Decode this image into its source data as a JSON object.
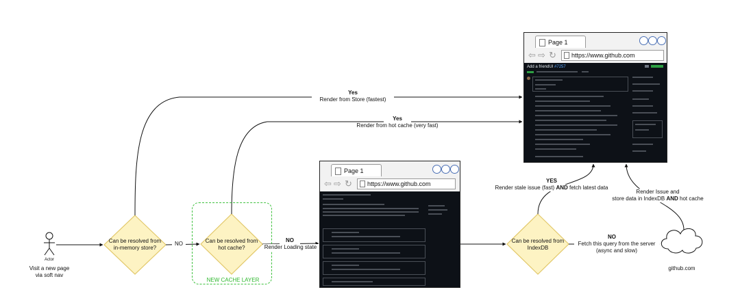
{
  "actor": {
    "title": "Actor",
    "caption_line1": "Visit a new page",
    "caption_line2": "via soft nav"
  },
  "decisions": {
    "memory": {
      "line1": "Can be resolved from",
      "line2": "in-memory store?"
    },
    "hot": {
      "line1": "Can be resolved from",
      "line2": "hot cache?"
    },
    "indexdb": {
      "line1": "Can be resolved from",
      "line2": "IndexDB"
    }
  },
  "edges": {
    "memory_no": "NO",
    "hot_no_title": "NO",
    "hot_no_text": "Render Loading state",
    "store_yes_title": "Yes",
    "store_yes_text": "Render from Store (fastest)",
    "hotcache_yes_title": "Yes",
    "hotcache_yes_text": "Render from hot cache (very fast)",
    "indexdb_yes_title": "YES",
    "indexdb_yes_text_a": "Render stale issue (fast) ",
    "indexdb_yes_text_b": "AND",
    "indexdb_yes_text_c": " fetch latest data",
    "server_no_title": "NO",
    "server_no_line1": "Fetch this query from the server",
    "server_no_line2": "(async and slow)",
    "render_issue_line1": "Render Issue and",
    "render_issue_line2a": "store data in IndexDB ",
    "render_issue_line2b": "AND",
    "render_issue_line2c": " hot cache"
  },
  "cache_layer_label": "NEW CACHE LAYER",
  "cloud_label": "github.com",
  "browser_loading": {
    "tab": "Page 1",
    "url": "https://www.github.com"
  },
  "browser_rendered": {
    "tab": "Page 1",
    "url": "https://www.github.com",
    "issue_title": "Add a friendUI",
    "issue_number": "#7257"
  },
  "colors": {
    "decision_fill": "#fdf3c3",
    "decision_stroke": "#e2c86a",
    "cache_border": "#3ec13e",
    "window_button": "#4a6fb5",
    "page_dark": "#0d1117"
  }
}
